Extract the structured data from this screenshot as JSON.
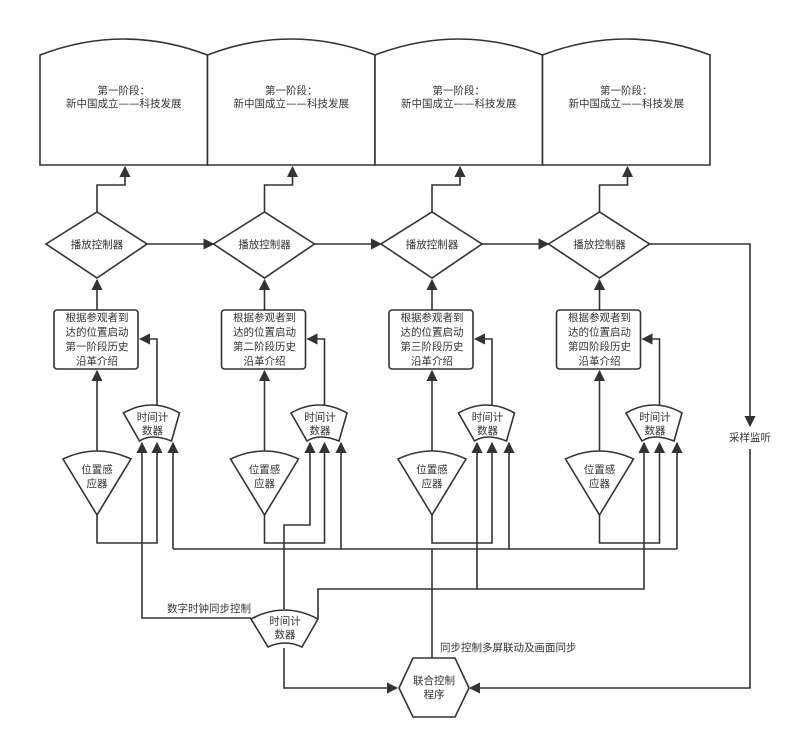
{
  "diagram": {
    "title": "Multi-screen exhibition synchronization control flow",
    "colors": {
      "stroke": "#333333",
      "text": "#333333",
      "background": "#ffffff"
    },
    "stage_panels": [
      {
        "line1": "第一阶段：",
        "line2": "新中国成立——科技发展"
      },
      {
        "line1": "第一阶段：",
        "line2": "新中国成立——科技发展"
      },
      {
        "line1": "第一阶段：",
        "line2": "新中国成立——科技发展"
      },
      {
        "line1": "第一阶段：",
        "line2": "新中国成立——科技发展"
      }
    ],
    "playback_controllers": [
      {
        "label": "播放控制器"
      },
      {
        "label": "播放控制器"
      },
      {
        "label": "播放控制器"
      },
      {
        "label": "播放控制器"
      }
    ],
    "history_intro_boxes": [
      {
        "lines": [
          "根据参观者到",
          "达的位置启动",
          "第一阶段历史",
          "沿革介绍"
        ]
      },
      {
        "lines": [
          "根据参观者到",
          "达的位置启动",
          "第二阶段历史",
          "沿革介绍"
        ]
      },
      {
        "lines": [
          "根据参观者到",
          "达的位置启动",
          "第三阶段历史",
          "沿革介绍"
        ]
      },
      {
        "lines": [
          "根据参观者到",
          "达的位置启动",
          "第四阶段历史",
          "沿革介绍"
        ]
      }
    ],
    "time_counters": [
      {
        "lines": [
          "时间计",
          "数器"
        ]
      },
      {
        "lines": [
          "时间计",
          "数器"
        ]
      },
      {
        "lines": [
          "时间计",
          "数器"
        ]
      },
      {
        "lines": [
          "时间计",
          "数器"
        ]
      }
    ],
    "position_sensors": [
      {
        "lines": [
          "位置感",
          "应器"
        ]
      },
      {
        "lines": [
          "位置感",
          "应器"
        ]
      },
      {
        "lines": [
          "位置感",
          "应器"
        ]
      },
      {
        "lines": [
          "位置感",
          "应器"
        ]
      }
    ],
    "master_timer": {
      "lines": [
        "时间计",
        "数器"
      ]
    },
    "joint_control": {
      "lines": [
        "联合控制",
        "程序"
      ]
    },
    "labels": {
      "digital_clock_sync": "数字时钟同步控制",
      "multi_screen_sync": "同步控制多屏联动及画面同步",
      "sampling_monitor": "采样监听"
    },
    "connections": [
      "position_sensor -> time_counter",
      "position_sensor -> history_intro_box",
      "time_counter -> history_intro_box",
      "history_intro_box -> playback_controller",
      "playback_controller -> stage_panel",
      "playback_controller[n] -> playback_controller[n+1]",
      "playback_controller[4] -> sampling_monitor -> joint_control",
      "master_timer -> time_counters (digital clock sync)",
      "master_timer -> joint_control",
      "joint_control -> time_counters (multi-screen sync)"
    ]
  }
}
